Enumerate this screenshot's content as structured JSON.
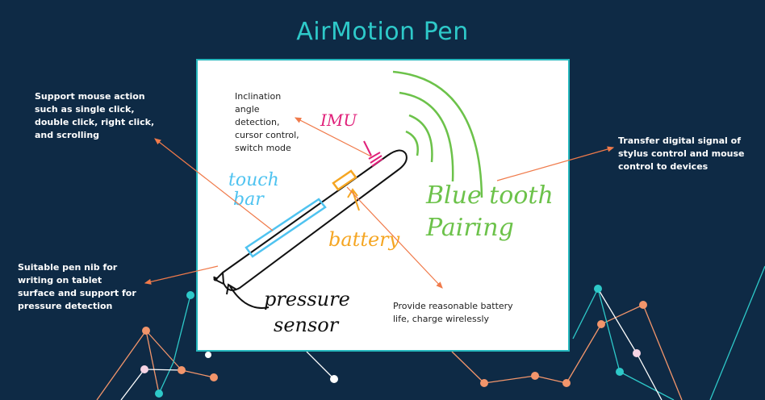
{
  "title": "AirMotion Pen",
  "panel": {
    "imu_label": "IMU",
    "touch_label_1": "touch",
    "touch_label_2": "bar",
    "battery_label": "battery",
    "bluetooth_label_1": "Blue tooth",
    "bluetooth_label_2": "Pairing",
    "pressure_label_1": "pressure",
    "pressure_label_2": "sensor",
    "inclination_note": [
      "Inclination",
      "angle",
      "detection,",
      "cursor control,",
      "switch mode"
    ],
    "battery_note": [
      "Provide reasonable battery",
      "life, charge wirelessly"
    ]
  },
  "notes": {
    "mouse_action": [
      "Support mouse action",
      "such as single click,",
      "double click, right click,",
      "and scrolling"
    ],
    "pen_nib": [
      "Suitable pen nib for",
      "writing on tablet",
      "surface and support for",
      "pressure detection"
    ],
    "bluetooth": [
      "Transfer digital signal of",
      "stylus control and mouse",
      "control to devices"
    ]
  },
  "colors": {
    "background": "#0e2a45",
    "title": "#2ec9c9",
    "panel_border": "#26b7bd",
    "arrow": "#f07a4a",
    "imu": "#e0207a",
    "touch": "#4fc3f0",
    "battery": "#f5a623",
    "bluetooth": "#6cc24a"
  }
}
